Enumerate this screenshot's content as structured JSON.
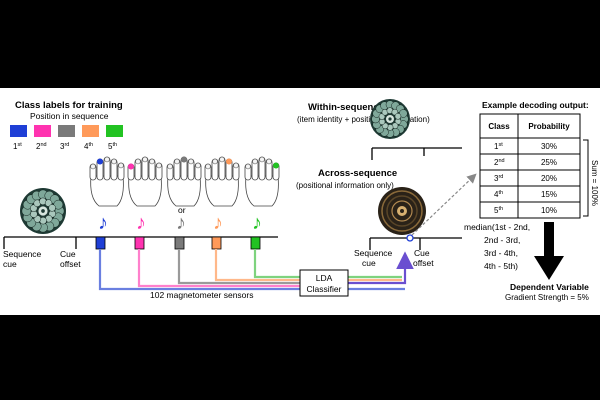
{
  "left": {
    "title": "Class labels for training",
    "subtitle": "Position in sequence",
    "positions": [
      {
        "label": "1",
        "sup": "st",
        "color": "#1f3fd6"
      },
      {
        "label": "2",
        "sup": "nd",
        "color": "#ff33b0"
      },
      {
        "label": "3",
        "sup": "rd",
        "color": "#7a7a7a"
      },
      {
        "label": "4",
        "sup": "th",
        "color": "#ff9a5a"
      },
      {
        "label": "5",
        "sup": "th",
        "color": "#22c322"
      }
    ],
    "or_label": "or",
    "seq_cue": [
      "Sequence",
      "cue"
    ],
    "cue_offset": [
      "Cue",
      "offset"
    ],
    "sensors": "102 magnetometer sensors",
    "classifier": [
      "LDA",
      "Classifier"
    ]
  },
  "right": {
    "within_title": "Within-sequence",
    "within_sub": "(item identity + positional information)",
    "across_title": "Across-sequence",
    "across_sub": "(positional information only)",
    "seq_cue": [
      "Sequence",
      "cue"
    ],
    "cue_offset": [
      "Cue",
      "offset"
    ]
  },
  "decoding": {
    "title": "Example decoding output:",
    "header_class": "Class",
    "header_prob": "Probability",
    "rows": [
      {
        "cls": "1",
        "sup": "st",
        "prob": "30%"
      },
      {
        "cls": "2",
        "sup": "nd",
        "prob": "25%"
      },
      {
        "cls": "3",
        "sup": "rd",
        "prob": "20%"
      },
      {
        "cls": "4",
        "sup": "th",
        "prob": "15%"
      },
      {
        "cls": "5",
        "sup": "th",
        "prob": "10%"
      }
    ],
    "sum_label": "Sum = 100%",
    "median": [
      "median(1st - 2nd,",
      "2nd - 3rd,",
      "3rd - 4th,",
      "4th - 5th)"
    ],
    "dv_title": "Dependent Variable",
    "dv_value": "Gradient Strength = 5%"
  },
  "colors": {
    "panel": "#ffffff",
    "arrow": "#6a4fd0",
    "blue": "#1f3fd6",
    "pink": "#ff33b0",
    "gray": "#7a7a7a",
    "orange": "#ff9a5a",
    "green": "#22c322"
  }
}
